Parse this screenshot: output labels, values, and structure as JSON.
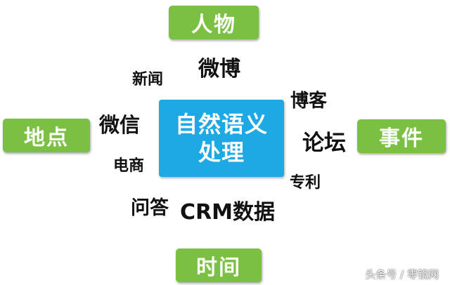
{
  "categories": {
    "top": "人物",
    "left": "地点",
    "right": "事件",
    "bottom": "时间"
  },
  "center": {
    "line1": "自然语义",
    "line2": "处理"
  },
  "keywords": {
    "weibo": "微博",
    "news": "新闻",
    "blog": "博客",
    "wechat": "微信",
    "forum": "论坛",
    "ecommerce": "电商",
    "patent": "专利",
    "qa": "问答",
    "crm": "CRM数据"
  },
  "watermark": "头条号 / 零镜网",
  "colors": {
    "category_bg": "#7bc043",
    "center_bg": "#1ea9e4",
    "keyword_text": "#111111"
  }
}
